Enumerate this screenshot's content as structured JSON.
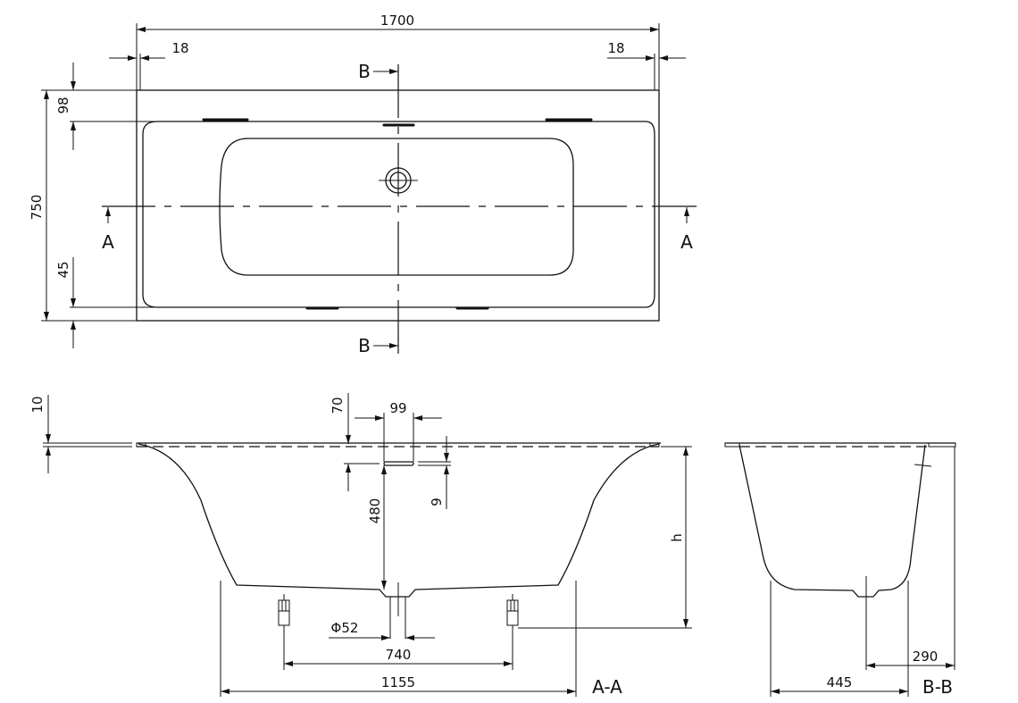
{
  "drawing": {
    "subject": "Rectangular bathtub technical drawing",
    "plan_view": {
      "overall_length": "1700",
      "left_rim_offset": "18",
      "right_rim_offset": "18",
      "overall_width": "750",
      "top_rim_depth": "98",
      "bottom_rim_depth": "45",
      "section_marker_b_top": "B",
      "section_marker_b_bottom": "B",
      "section_marker_a_left": "A",
      "section_marker_a_right": "A"
    },
    "section_a_a": {
      "label": "A-A",
      "rim_thickness": "10",
      "overflow_depth": "70",
      "overflow_width": "99",
      "overflow_height": "9",
      "inner_depth": "480",
      "drain_diameter": "Φ52",
      "feet_spacing": "740",
      "base_length": "1155",
      "height_label": "h"
    },
    "section_b_b": {
      "label": "B-B",
      "base_width": "445",
      "drain_offset": "290"
    }
  }
}
